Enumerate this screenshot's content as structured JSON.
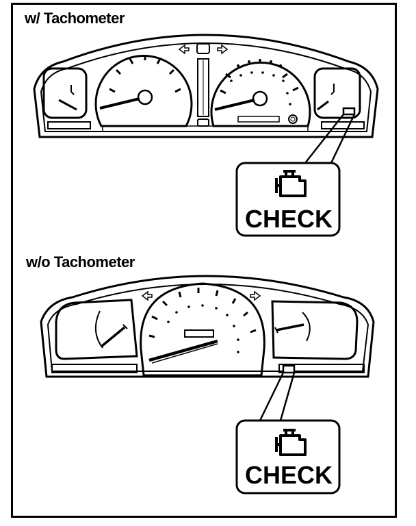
{
  "sections": {
    "with_tachometer": {
      "title": "w/ Tachometer",
      "indicator_label": "CHECK",
      "indicator_icon": "engine-icon"
    },
    "without_tachometer": {
      "title": "w/o Tachometer",
      "indicator_label": "CHECK",
      "indicator_icon": "engine-icon"
    }
  },
  "colors": {
    "line": "#000000",
    "background": "#ffffff"
  }
}
